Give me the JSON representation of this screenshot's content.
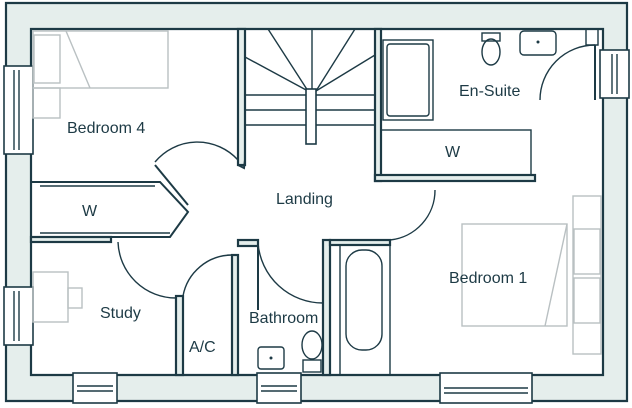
{
  "title": "First floor plan",
  "colors": {
    "wall_fill": "#e5eeec",
    "line": "#1d3a45",
    "furniture": "#b9c0c2"
  },
  "rooms": {
    "bedroom4": "Bedroom 4",
    "wardrobe_left": "W",
    "landing": "Landing",
    "ensuite": "En-Suite",
    "wardrobe_right": "W",
    "bedroom1": "Bedroom 1",
    "study": "Study",
    "airing_cupboard": "A/C",
    "bathroom": "Bathroom"
  }
}
